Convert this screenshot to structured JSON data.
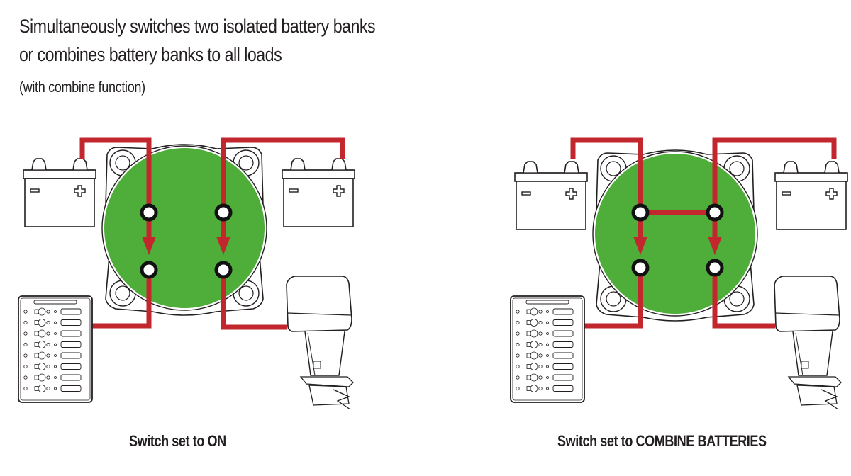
{
  "header": {
    "title_line1": "Simultaneously switches two isolated battery banks",
    "title_line2": "or combines battery banks to all loads",
    "subtitle": "(with combine function)"
  },
  "diagrams": [
    {
      "id": "on",
      "caption": "Switch set to ON",
      "combine_link": false
    },
    {
      "id": "combine",
      "caption": "Switch set to COMBINE BATTERIES",
      "combine_link": true
    }
  ],
  "components": {
    "battery_negative_symbol": "−",
    "battery_positive_symbol": "+",
    "switch_panel_rows": 8
  },
  "colors": {
    "wire": "#c1272d",
    "switch_face": "#4fae3a",
    "outline": "#231f20",
    "background": "#ffffff"
  }
}
